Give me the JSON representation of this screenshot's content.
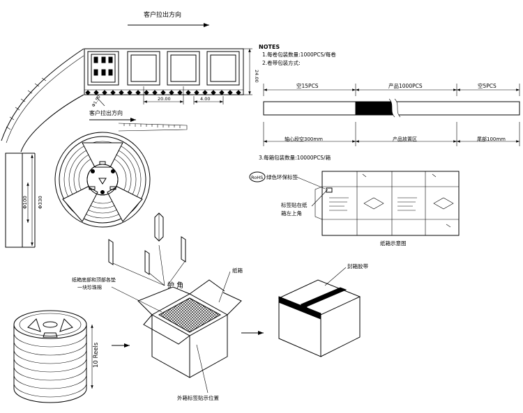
{
  "tape": {
    "pull_direction_top": "客户拉出方向",
    "pull_direction_mid": "客户拉出方向",
    "dim_pitch": "20.00",
    "dim_hole": "4.00",
    "dim_width": "24.00",
    "dim_hole_dia": "Φ1.50"
  },
  "notes": {
    "title": "NOTES",
    "line1": "1.每卷包装数量:1000PCS/每卷",
    "line2": "2.卷带包装方式:",
    "line3": "3.每箱包装数量:10000PCS/箱"
  },
  "strip": {
    "seg_left": "空15PCS",
    "seg_mid": "产品1000PCS",
    "seg_right": "空5PCS",
    "bottom_left": "轴心段空300mm",
    "bottom_mid": "产品放置区",
    "bottom_right": "尾部100mm"
  },
  "reel": {
    "dia_outer": "Φ330",
    "dia_inner": "Φ100",
    "stack_label": "10 Reels"
  },
  "carton": {
    "rohs": "RoHS",
    "eco_label": "绿色环保标签",
    "label_pos_line1": "标签贴在纸",
    "label_pos_line2": "箱左上角",
    "layout_caption": "纸箱示意图",
    "corner_guard": "护  角",
    "box_label": "纸箱",
    "pad_line1": "纸箱底部和顶部各垫",
    "pad_line2": "一块珍珠棉",
    "outer_label": "外箱标签贴示位置",
    "seal_tape": "封箱胶带"
  }
}
